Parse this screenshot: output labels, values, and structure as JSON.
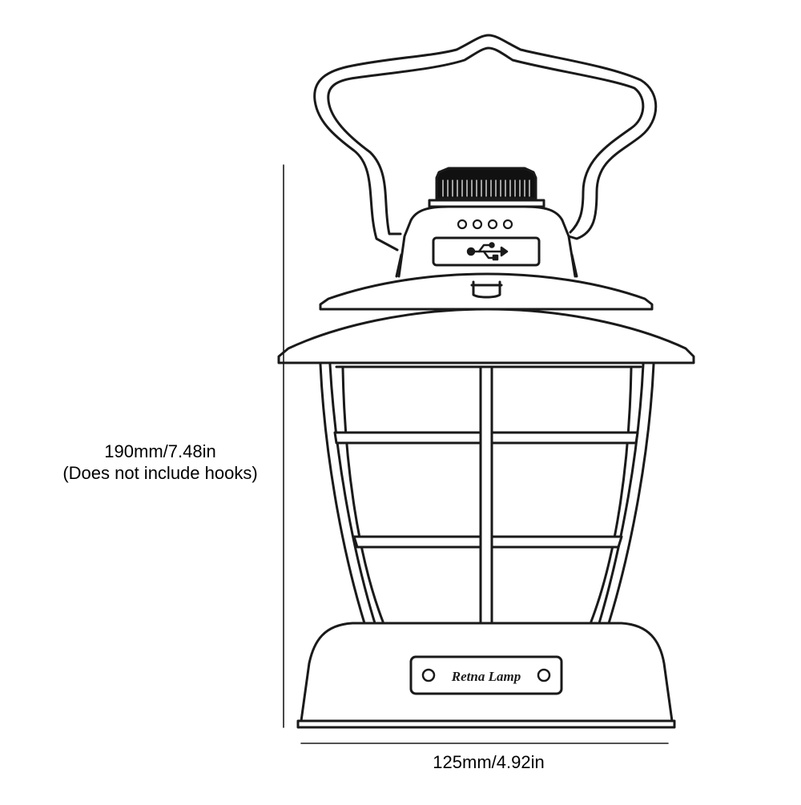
{
  "dimensions": {
    "height_value": "190mm/7.48in",
    "height_note": "(Does not include hooks)",
    "width_value": "125mm/4.92in"
  },
  "product": {
    "badge_text": "Retna Lamp",
    "indicator_dots": 4
  },
  "colors": {
    "line": "#1a1a1a",
    "background": "#ffffff",
    "knob": "#111111"
  }
}
